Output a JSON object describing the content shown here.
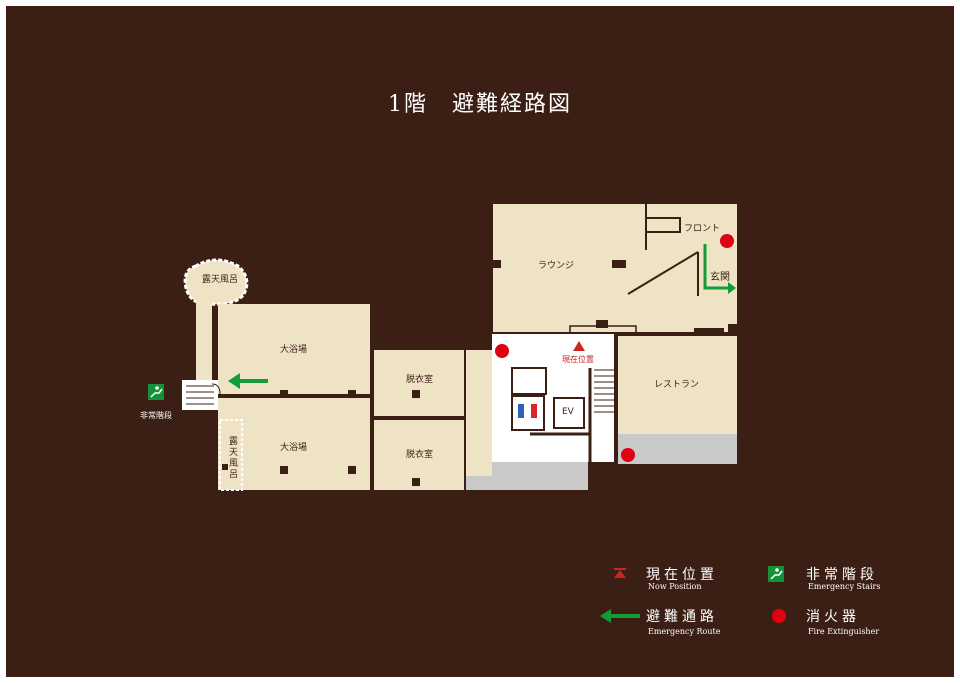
{
  "title": "1階　避難経路図",
  "colors": {
    "background": "#3b1f14",
    "floor": "#efe3c6",
    "gray": "#c9c9c9",
    "wall": "#3b1f14",
    "fire_red": "#e00012",
    "route_green": "#139b3a",
    "stairs_green": "#13923a",
    "position_red": "#c8281e"
  },
  "rooms": {
    "outdoor_bath_top": "露天風呂",
    "large_bath_top": "大浴場",
    "changing_room_top": "脱衣室",
    "large_bath_bottom": "大浴場",
    "changing_room_bottom": "脱衣室",
    "outdoor_bath_bottom": "露天風呂",
    "lounge": "ラウンジ",
    "front": "フロント",
    "entrance": "玄関",
    "restaurant": "レストラン",
    "elevator": "EV",
    "current_position": "現在位置",
    "emergency_stairs": "非常階段"
  },
  "icons": {
    "emergency_stairs": "emergency-exit-stairs-icon",
    "toilet": "restroom-icon",
    "fire_extinguisher": "red-dot",
    "route": "green-arrow",
    "position": "red-triangle"
  },
  "legend": {
    "now_position": {
      "label": "現在位置",
      "sub": "Now Position"
    },
    "emergency_stairs": {
      "label": "非常階段",
      "sub": "Emergency Stairs"
    },
    "emergency_route": {
      "label": "避難通路",
      "sub": "Emergency Route"
    },
    "fire_extinguisher": {
      "label": "消火器",
      "sub": "Fire Extinguisher"
    }
  }
}
